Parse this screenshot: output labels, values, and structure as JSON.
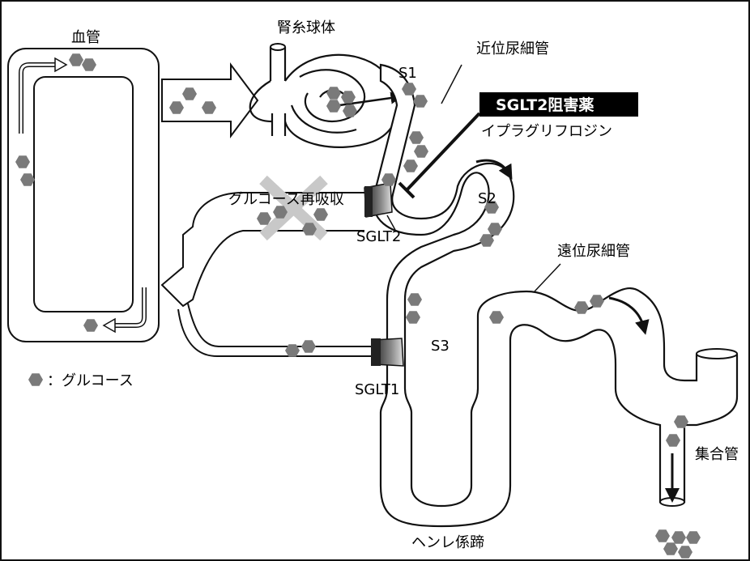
{
  "labels": {
    "blood_vessel": "血管",
    "glomerulus": "腎糸球体",
    "proximal_tubule": "近位尿細管",
    "s1": "S1",
    "s2": "S2",
    "s3": "S3",
    "sglt2_inhibitor": "SGLT2阻害薬",
    "ipragliflozin": "イプラグリフロジン",
    "glucose_reabsorption": "グルコース再吸収",
    "sglt2": "SGLT2",
    "sglt1": "SGLT1",
    "distal_tubule": "遠位尿細管",
    "collecting_duct": "集合管",
    "loop_of_henle": "ヘンレ係蹄",
    "legend": "：グルコース"
  },
  "colors": {
    "glucose": "#7a7a7a",
    "cross": "#c8c8c8",
    "line": "#111111",
    "inhibitor_box": "#000000"
  }
}
